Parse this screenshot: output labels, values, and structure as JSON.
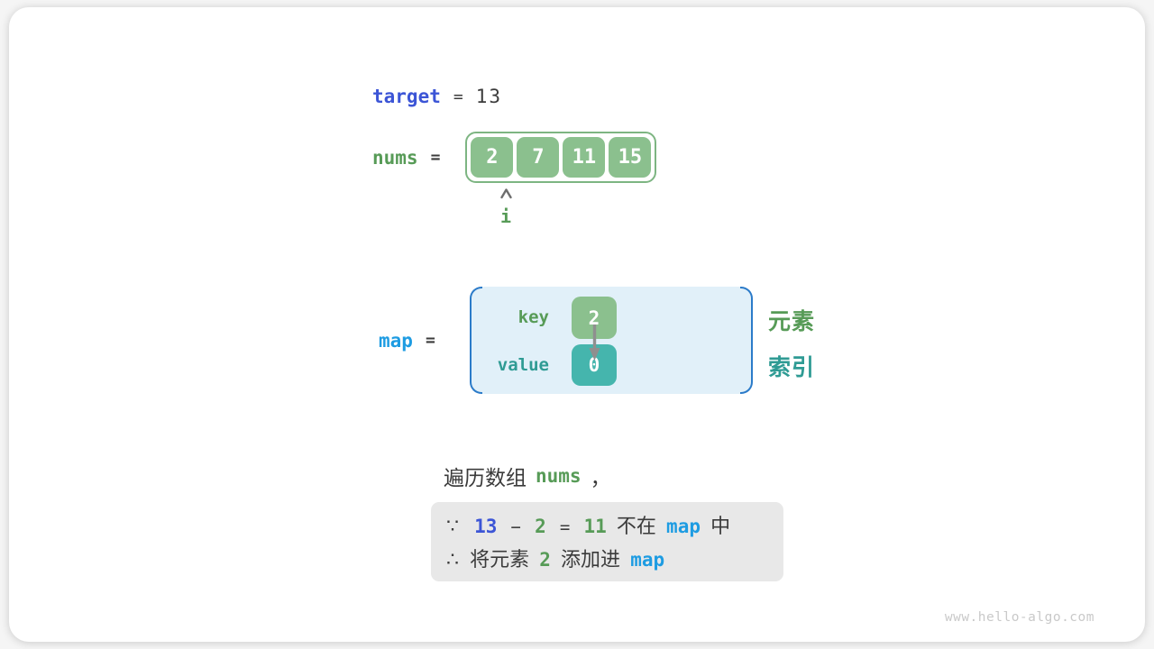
{
  "target_row": {
    "label": "target",
    "equals": "=",
    "value": "13"
  },
  "nums_row": {
    "label": "nums",
    "equals": "=",
    "cells": [
      "2",
      "7",
      "11",
      "15"
    ],
    "pointer_label": "i"
  },
  "map_row": {
    "label": "map",
    "equals": "=",
    "key_label": "key",
    "value_label": "value",
    "key_cell": "2",
    "value_cell": "0",
    "legend_element": "元素",
    "legend_index": "索引"
  },
  "caption": {
    "prefix": "遍历数组",
    "code": "nums",
    "suffix": "，"
  },
  "note_box": {
    "because": "∵",
    "num_target": "13",
    "minus": "−",
    "num_element": "2",
    "equals": "=",
    "num_diff": "11",
    "not_in": "不在",
    "map_code1": "map",
    "zhong": "中",
    "therefore": "∴",
    "add_prefix": "将元素",
    "add_num": "2",
    "add_suffix": "添加进",
    "map_code2": "map"
  },
  "watermark": "www.hello-algo.com",
  "colors": {
    "royal_blue": "#3c55d6",
    "azure_blue": "#1e9ce2",
    "green_text": "#579b57",
    "green_box": "#8bc08e",
    "teal_box": "#45b5ad",
    "teal_text": "#2f9b94",
    "map_bg": "#e1f0f9",
    "bracket_blue": "#2b7bc9",
    "note_bg": "#e8e8e8",
    "dark_text": "#3b3b3b"
  }
}
